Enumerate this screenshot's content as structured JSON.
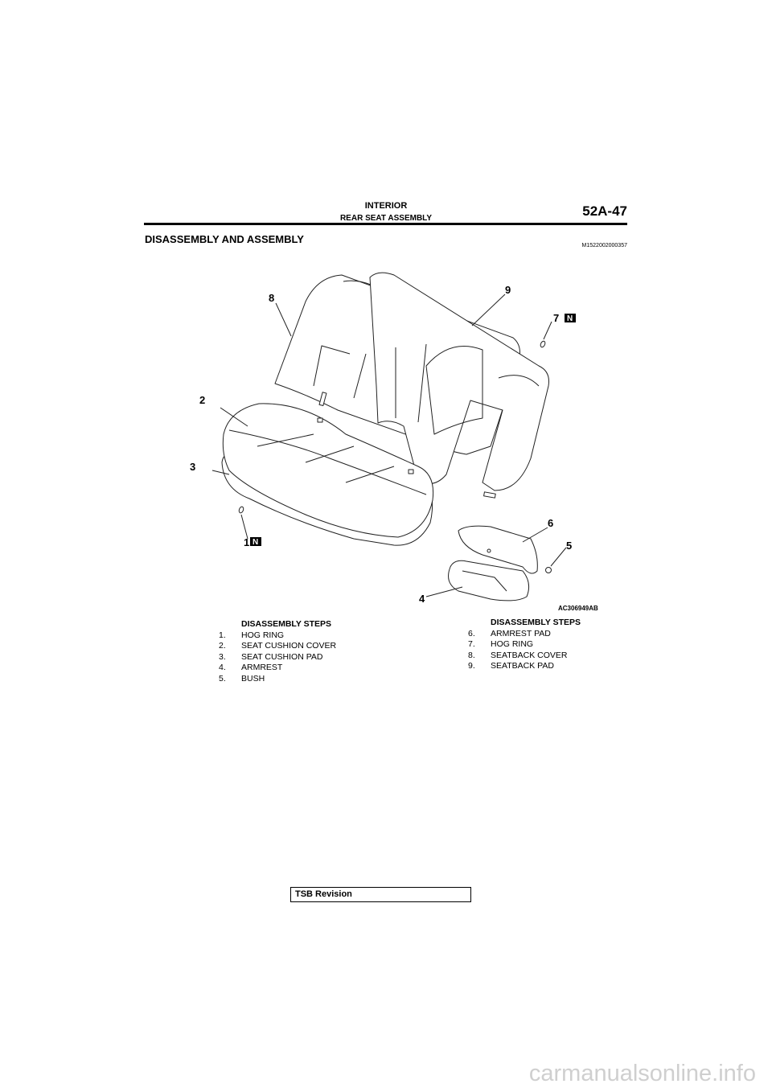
{
  "header": {
    "section": "INTERIOR",
    "subsection": "REAR SEAT ASSEMBLY",
    "page": "52A-47"
  },
  "title": "DISASSEMBLY AND ASSEMBLY",
  "doc_code": "M1522002000357",
  "figure": {
    "code": "AC306949AB",
    "callouts": [
      "1",
      "2",
      "3",
      "4",
      "5",
      "6",
      "7",
      "8",
      "9"
    ],
    "new_part_mark": "N"
  },
  "steps_left": {
    "heading": "DISASSEMBLY STEPS",
    "items": [
      {
        "num": "1.",
        "label": "HOG RING"
      },
      {
        "num": "2.",
        "label": "SEAT CUSHION COVER"
      },
      {
        "num": "3.",
        "label": "SEAT CUSHION PAD"
      },
      {
        "num": "4.",
        "label": "ARMREST"
      },
      {
        "num": "5.",
        "label": "BUSH"
      }
    ]
  },
  "steps_right": {
    "heading": "DISASSEMBLY STEPS",
    "items": [
      {
        "num": "6.",
        "label": "ARMREST PAD"
      },
      {
        "num": "7.",
        "label": "HOG RING"
      },
      {
        "num": "8.",
        "label": "SEATBACK COVER"
      },
      {
        "num": "9.",
        "label": "SEATBACK PAD"
      }
    ]
  },
  "footer": {
    "tsb_label": "TSB Revision"
  },
  "watermark": "carmanualsonline.info"
}
